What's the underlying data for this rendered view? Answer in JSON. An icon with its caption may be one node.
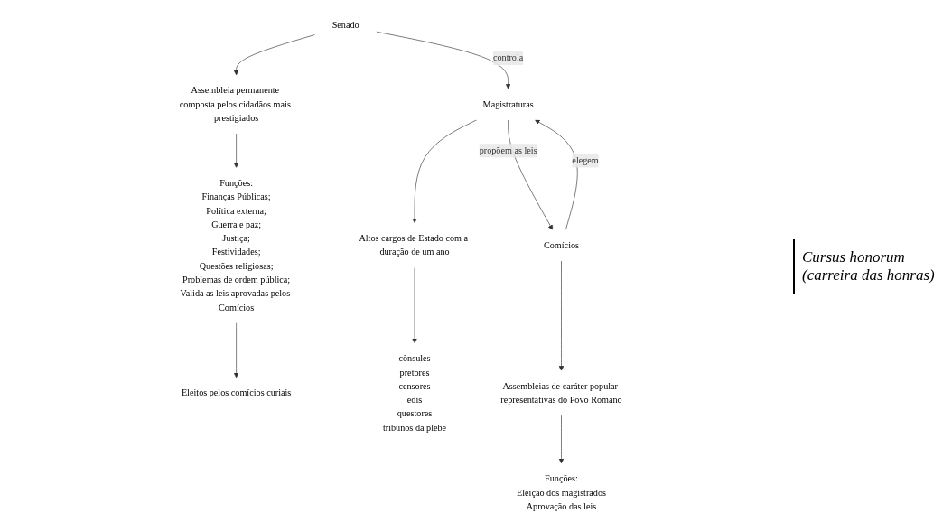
{
  "diagram": {
    "nodes": [
      {
        "text": [
          "Senado"
        ]
      },
      {
        "text": [
          "Assembleia permanente composta pelos cidadãos mais prestigiados"
        ]
      },
      {
        "text": [
          "Funções:",
          "Finanças Públicas;",
          "Política externa;",
          "Guerra e paz;",
          "Justiça;",
          "Festividades;",
          "Questões religiosas;",
          "Problemas de ordem pública;",
          "Valida as leis aprovadas pelos Comícios"
        ]
      },
      {
        "text": [
          "Eleitos pelos comícios curiais"
        ]
      },
      {
        "text": [
          "Magistraturas"
        ]
      },
      {
        "text": [
          "Altos cargos de Estado com a duração de um ano"
        ]
      },
      {
        "text": [
          "cônsules",
          "pretores",
          "censores",
          "edis",
          "questores",
          "tribunos da plebe"
        ]
      },
      {
        "text": [
          "Comícios"
        ]
      },
      {
        "text": [
          "Assembleias de caráter popular representativas do Povo Romano"
        ]
      },
      {
        "text": [
          "Funções:",
          "Eleição dos magistrados",
          "Aprovação das leis"
        ]
      }
    ],
    "edges": [
      {
        "from": 0,
        "to": 1,
        "arrow": "to"
      },
      {
        "from": 1,
        "to": 2,
        "arrow": "to"
      },
      {
        "from": 2,
        "to": 3,
        "arrow": "to"
      },
      {
        "from": 0,
        "to": 4,
        "label": "controla",
        "arrow": "to"
      },
      {
        "from": 4,
        "to": 5,
        "arrow": "to"
      },
      {
        "from": 5,
        "to": 6,
        "arrow": "to"
      },
      {
        "from": 7,
        "to": 4,
        "label": "elegem",
        "arrow": "to"
      },
      {
        "from": 4,
        "to": 7,
        "label": "propõem as leis",
        "arrow": "to"
      },
      {
        "from": 7,
        "to": 8,
        "arrow": "to"
      },
      {
        "from": 8,
        "to": 9,
        "arrow": "to"
      }
    ],
    "labels": [
      "Cursus honorum (carreira das honras)"
    ]
  }
}
